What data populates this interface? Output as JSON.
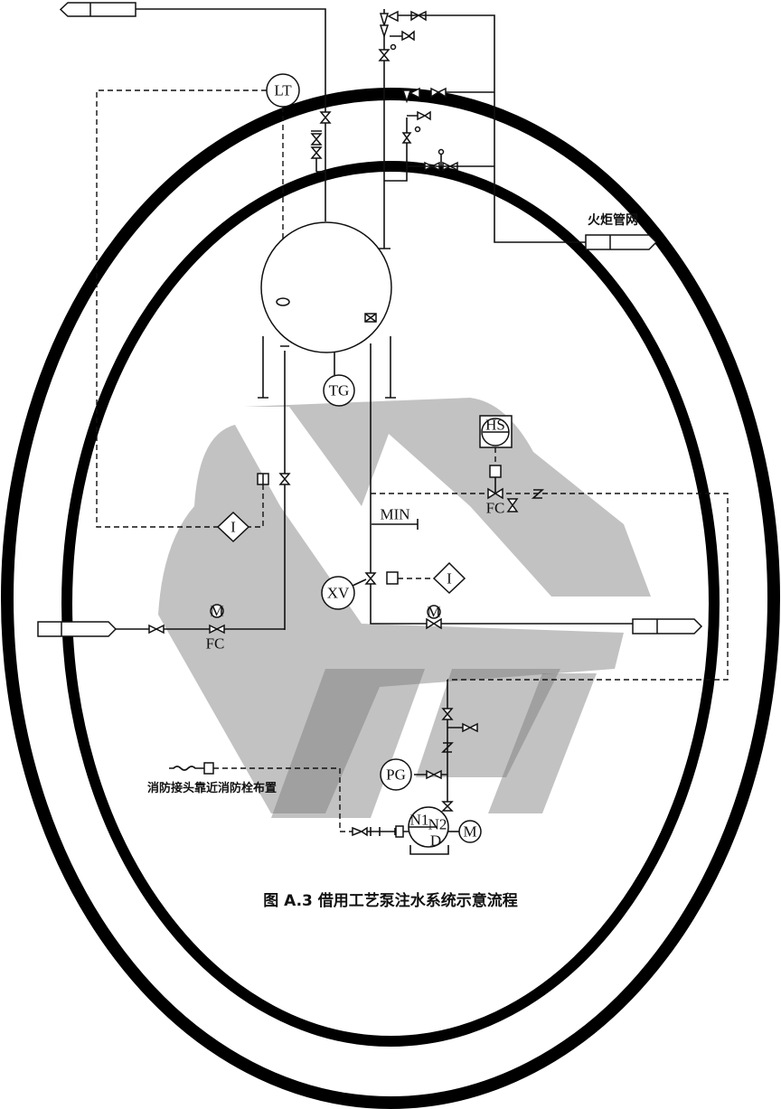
{
  "diagram": {
    "caption": "图 A.3   借用工艺泵注水系统示意流程",
    "flare_label": "火炬管网",
    "fire_connector_note": "消防接头靠近消防栓布置",
    "instruments": {
      "lt": "LT",
      "tg": "TG",
      "hs": "HS",
      "xv": "XV",
      "pg": "PG",
      "motor": "M",
      "motor_small": "M",
      "interlock": "I"
    },
    "labels": {
      "fc_left": "FC",
      "fc_right": "FC",
      "min": "MIN",
      "pump_n1": "N1",
      "pump_n2": "N2",
      "pump_d": "D"
    }
  }
}
